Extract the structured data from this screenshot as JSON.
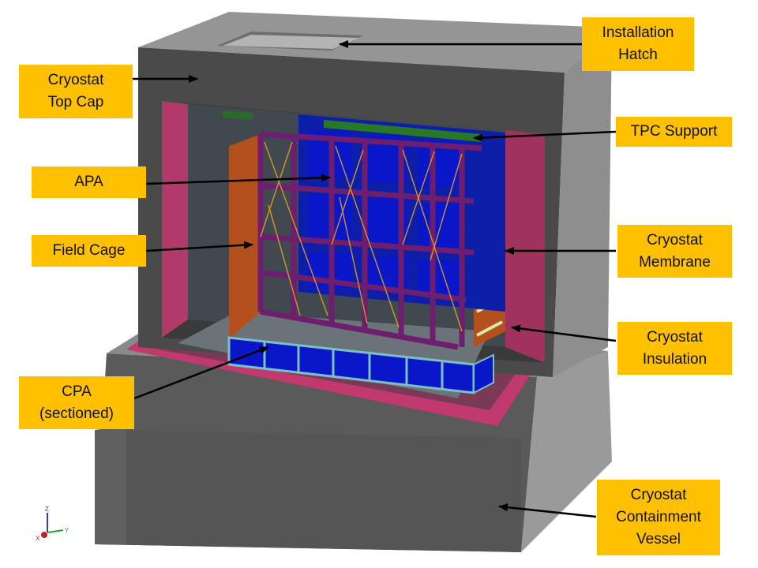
{
  "diagram": {
    "labels": {
      "installation_hatch": [
        "Installation",
        "Hatch"
      ],
      "cryostat_top_cap": [
        "Cryostat",
        "Top Cap"
      ],
      "tpc_support": [
        "TPC Support"
      ],
      "apa": [
        "APA"
      ],
      "field_cage": [
        "Field Cage"
      ],
      "cryostat_membrane": [
        "Cryostat",
        "Membrane"
      ],
      "cryostat_insulation": [
        "Cryostat",
        "Insulation"
      ],
      "cpa": [
        "CPA",
        "(sectioned)"
      ],
      "cryostat_containment_vessel": [
        "Cryostat",
        "Containment",
        "Vessel"
      ]
    },
    "axis_triad": {
      "z": "Z",
      "y": "Y",
      "x": "X"
    },
    "colors": {
      "callout": "#ffc000",
      "concrete_dark": "#4d4d4d",
      "concrete_light": "#8c8c8c",
      "membrane": "#a0325e",
      "insulation_pink": "#c83c7a",
      "field_cage": "#b4501e",
      "apa_frame": "#6e1e6e",
      "apa_panel": "#0a1ea0",
      "tpc_support": "#287828",
      "wire": "#e6a020"
    }
  }
}
